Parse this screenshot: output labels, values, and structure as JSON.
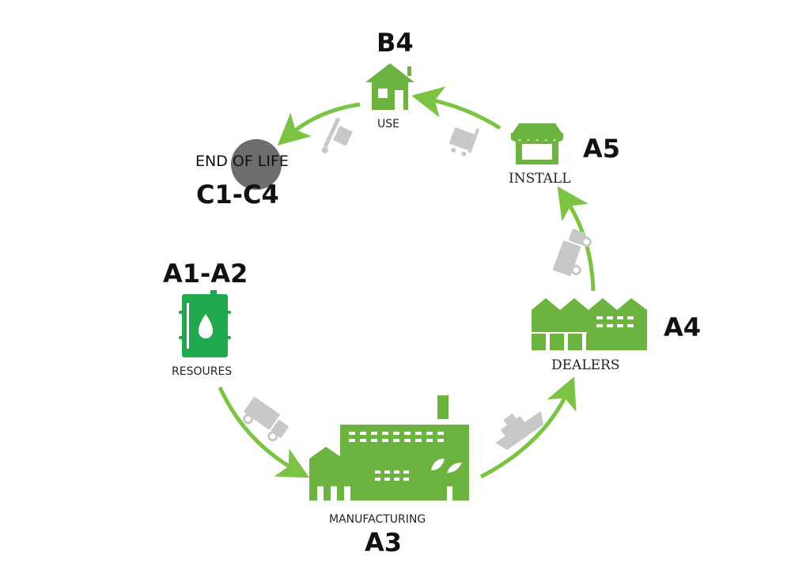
{
  "diagram": {
    "type": "lifecycle-cycle",
    "colors": {
      "accent": "#6cb33f",
      "resource_green": "#22a94f",
      "transport_gray": "#c8c8c8",
      "eol_circle": "#6d6d6d"
    },
    "stages": [
      {
        "id": "resources",
        "code": "A1-A2",
        "label": "RESOURES",
        "icon": "oil-barrel-icon"
      },
      {
        "id": "manufacturing",
        "code": "A3",
        "label": "MANUFACTURING",
        "icon": "factory-icon"
      },
      {
        "id": "dealers",
        "code": "A4",
        "label": "DEALERS",
        "icon": "warehouse-icon"
      },
      {
        "id": "install",
        "code": "A5",
        "label": "INSTALL",
        "icon": "storefront-icon"
      },
      {
        "id": "use",
        "code": "B4",
        "label": "USE",
        "icon": "house-icon"
      },
      {
        "id": "end-of-life",
        "code": "C1-C4",
        "label": "END OF LIFE",
        "icon": "gray-circle-icon"
      }
    ],
    "transports": [
      {
        "from": "resources",
        "to": "manufacturing",
        "icon": "truck-icon"
      },
      {
        "from": "manufacturing",
        "to": "dealers",
        "icon": "ship-icon"
      },
      {
        "from": "dealers",
        "to": "install",
        "icon": "truck-icon"
      },
      {
        "from": "install",
        "to": "use",
        "icon": "cart-icon"
      },
      {
        "from": "use",
        "to": "end-of-life",
        "icon": "hand-truck-icon"
      }
    ]
  }
}
